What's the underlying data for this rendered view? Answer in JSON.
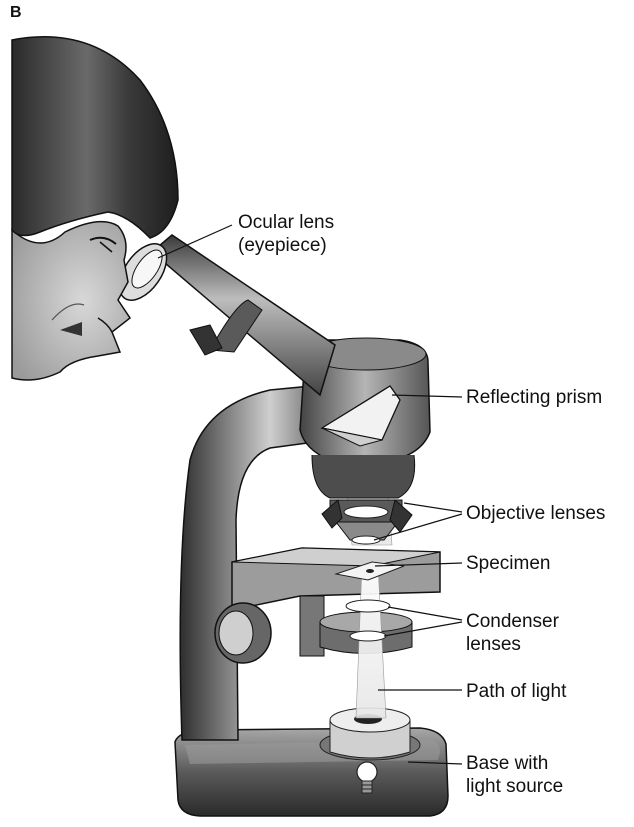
{
  "panel_letter": "B",
  "labels": {
    "ocular_line1": "Ocular lens",
    "ocular_line2": "(eyepiece)",
    "prism": "Reflecting prism",
    "objective": "Objective lenses",
    "specimen": "Specimen",
    "condenser_line1": "Condenser",
    "condenser_line2": "lenses",
    "path": "Path of light",
    "base_line1": "Base with",
    "base_line2": "light source"
  }
}
